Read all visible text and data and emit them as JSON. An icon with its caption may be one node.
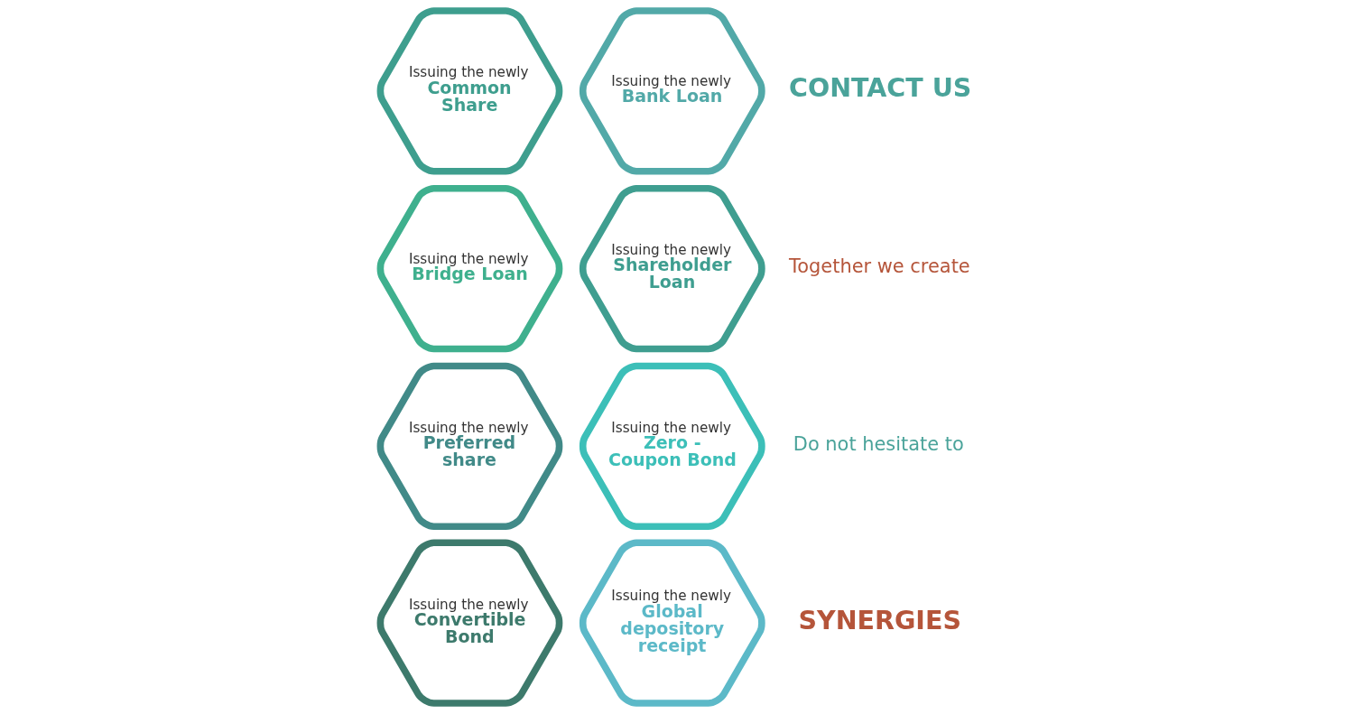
{
  "diagram": {
    "nodes": [
      {
        "text": [
          "Issuing the newly",
          "Common Share"
        ]
      },
      {
        "text": [
          "Issuing the newly",
          "Bridge Loan"
        ]
      },
      {
        "text": [
          "Issuing the newly",
          "Preferred share"
        ]
      },
      {
        "text": [
          "Issuing the newly",
          "Convertible Bond"
        ]
      },
      {
        "text": [
          "Issuing the newly",
          "Bank Loan"
        ]
      },
      {
        "text": [
          "Issuing the newly",
          "Shareholder Loan"
        ]
      },
      {
        "text": [
          "Issuing the newly",
          "Zero - Coupon Bond"
        ]
      },
      {
        "text": [
          "Issuing the newly",
          "Global depository receipt"
        ]
      }
    ],
    "edges": [],
    "labels": [
      "Do not hesitate to",
      "CONTACT US",
      "Together we create",
      "SYNERGIES"
    ]
  }
}
